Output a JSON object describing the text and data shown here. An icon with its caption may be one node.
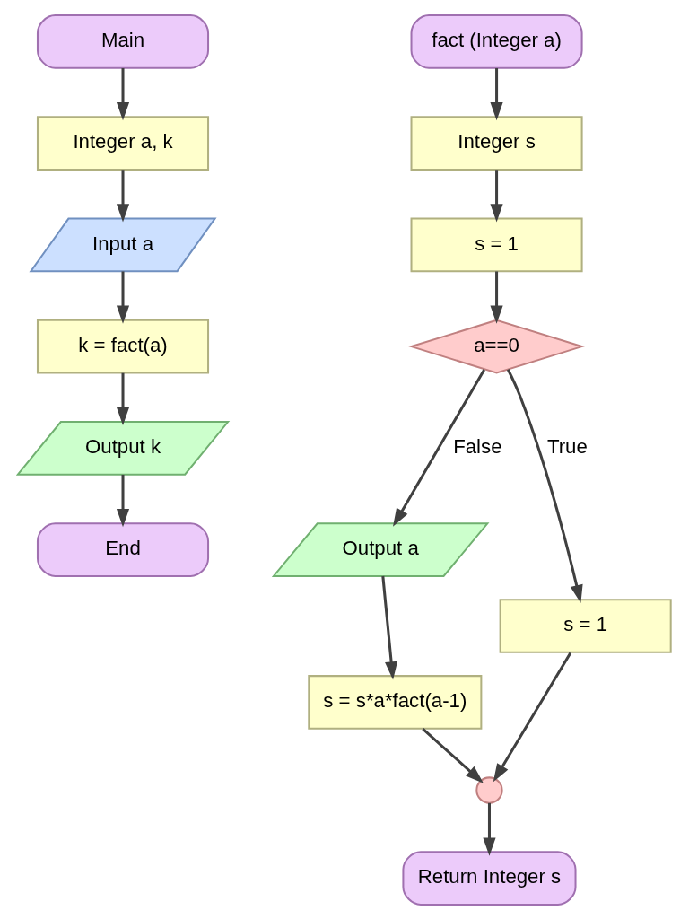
{
  "diagram": {
    "nodes": [
      {
        "text": [
          "Main"
        ]
      },
      {
        "text": [
          "Integer a, k"
        ]
      },
      {
        "text": [
          "Input a"
        ]
      },
      {
        "text": [
          "k = fact(a)"
        ]
      },
      {
        "text": [
          "Output k"
        ]
      },
      {
        "text": [
          "End"
        ]
      },
      {
        "text": [
          "fact (Integer a)"
        ]
      },
      {
        "text": [
          "Integer s"
        ]
      },
      {
        "text": [
          "s = 1"
        ]
      },
      {
        "text": [
          "a==0"
        ]
      },
      {
        "text": [
          "Output a"
        ]
      },
      {
        "text": [
          "s = s*a*fact(a-1)"
        ]
      },
      {
        "text": [
          "s = 1"
        ]
      },
      {
        "text": [],
        "shape": "circle"
      },
      {
        "text": [
          "Return Integer s"
        ]
      }
    ],
    "edges": [
      {
        "from": 0,
        "to": 1,
        "arrow": "to"
      },
      {
        "from": 1,
        "to": 2,
        "arrow": "to"
      },
      {
        "from": 2,
        "to": 3,
        "arrow": "to"
      },
      {
        "from": 3,
        "to": 4,
        "arrow": "to"
      },
      {
        "from": 4,
        "to": 5,
        "arrow": "to"
      },
      {
        "from": 6,
        "to": 7,
        "arrow": "to"
      },
      {
        "from": 7,
        "to": 8,
        "arrow": "to"
      },
      {
        "from": 8,
        "to": 9,
        "arrow": "to"
      },
      {
        "from": 9,
        "to": 10,
        "label": "False",
        "arrow": "to"
      },
      {
        "from": 9,
        "to": 12,
        "label": "True",
        "arrow": "to"
      },
      {
        "from": 10,
        "to": 11,
        "arrow": "to"
      },
      {
        "from": 11,
        "to": 13,
        "arrow": "to"
      },
      {
        "from": 12,
        "to": 13,
        "arrow": "to"
      },
      {
        "from": 13,
        "to": 14,
        "arrow": "to"
      }
    ]
  }
}
